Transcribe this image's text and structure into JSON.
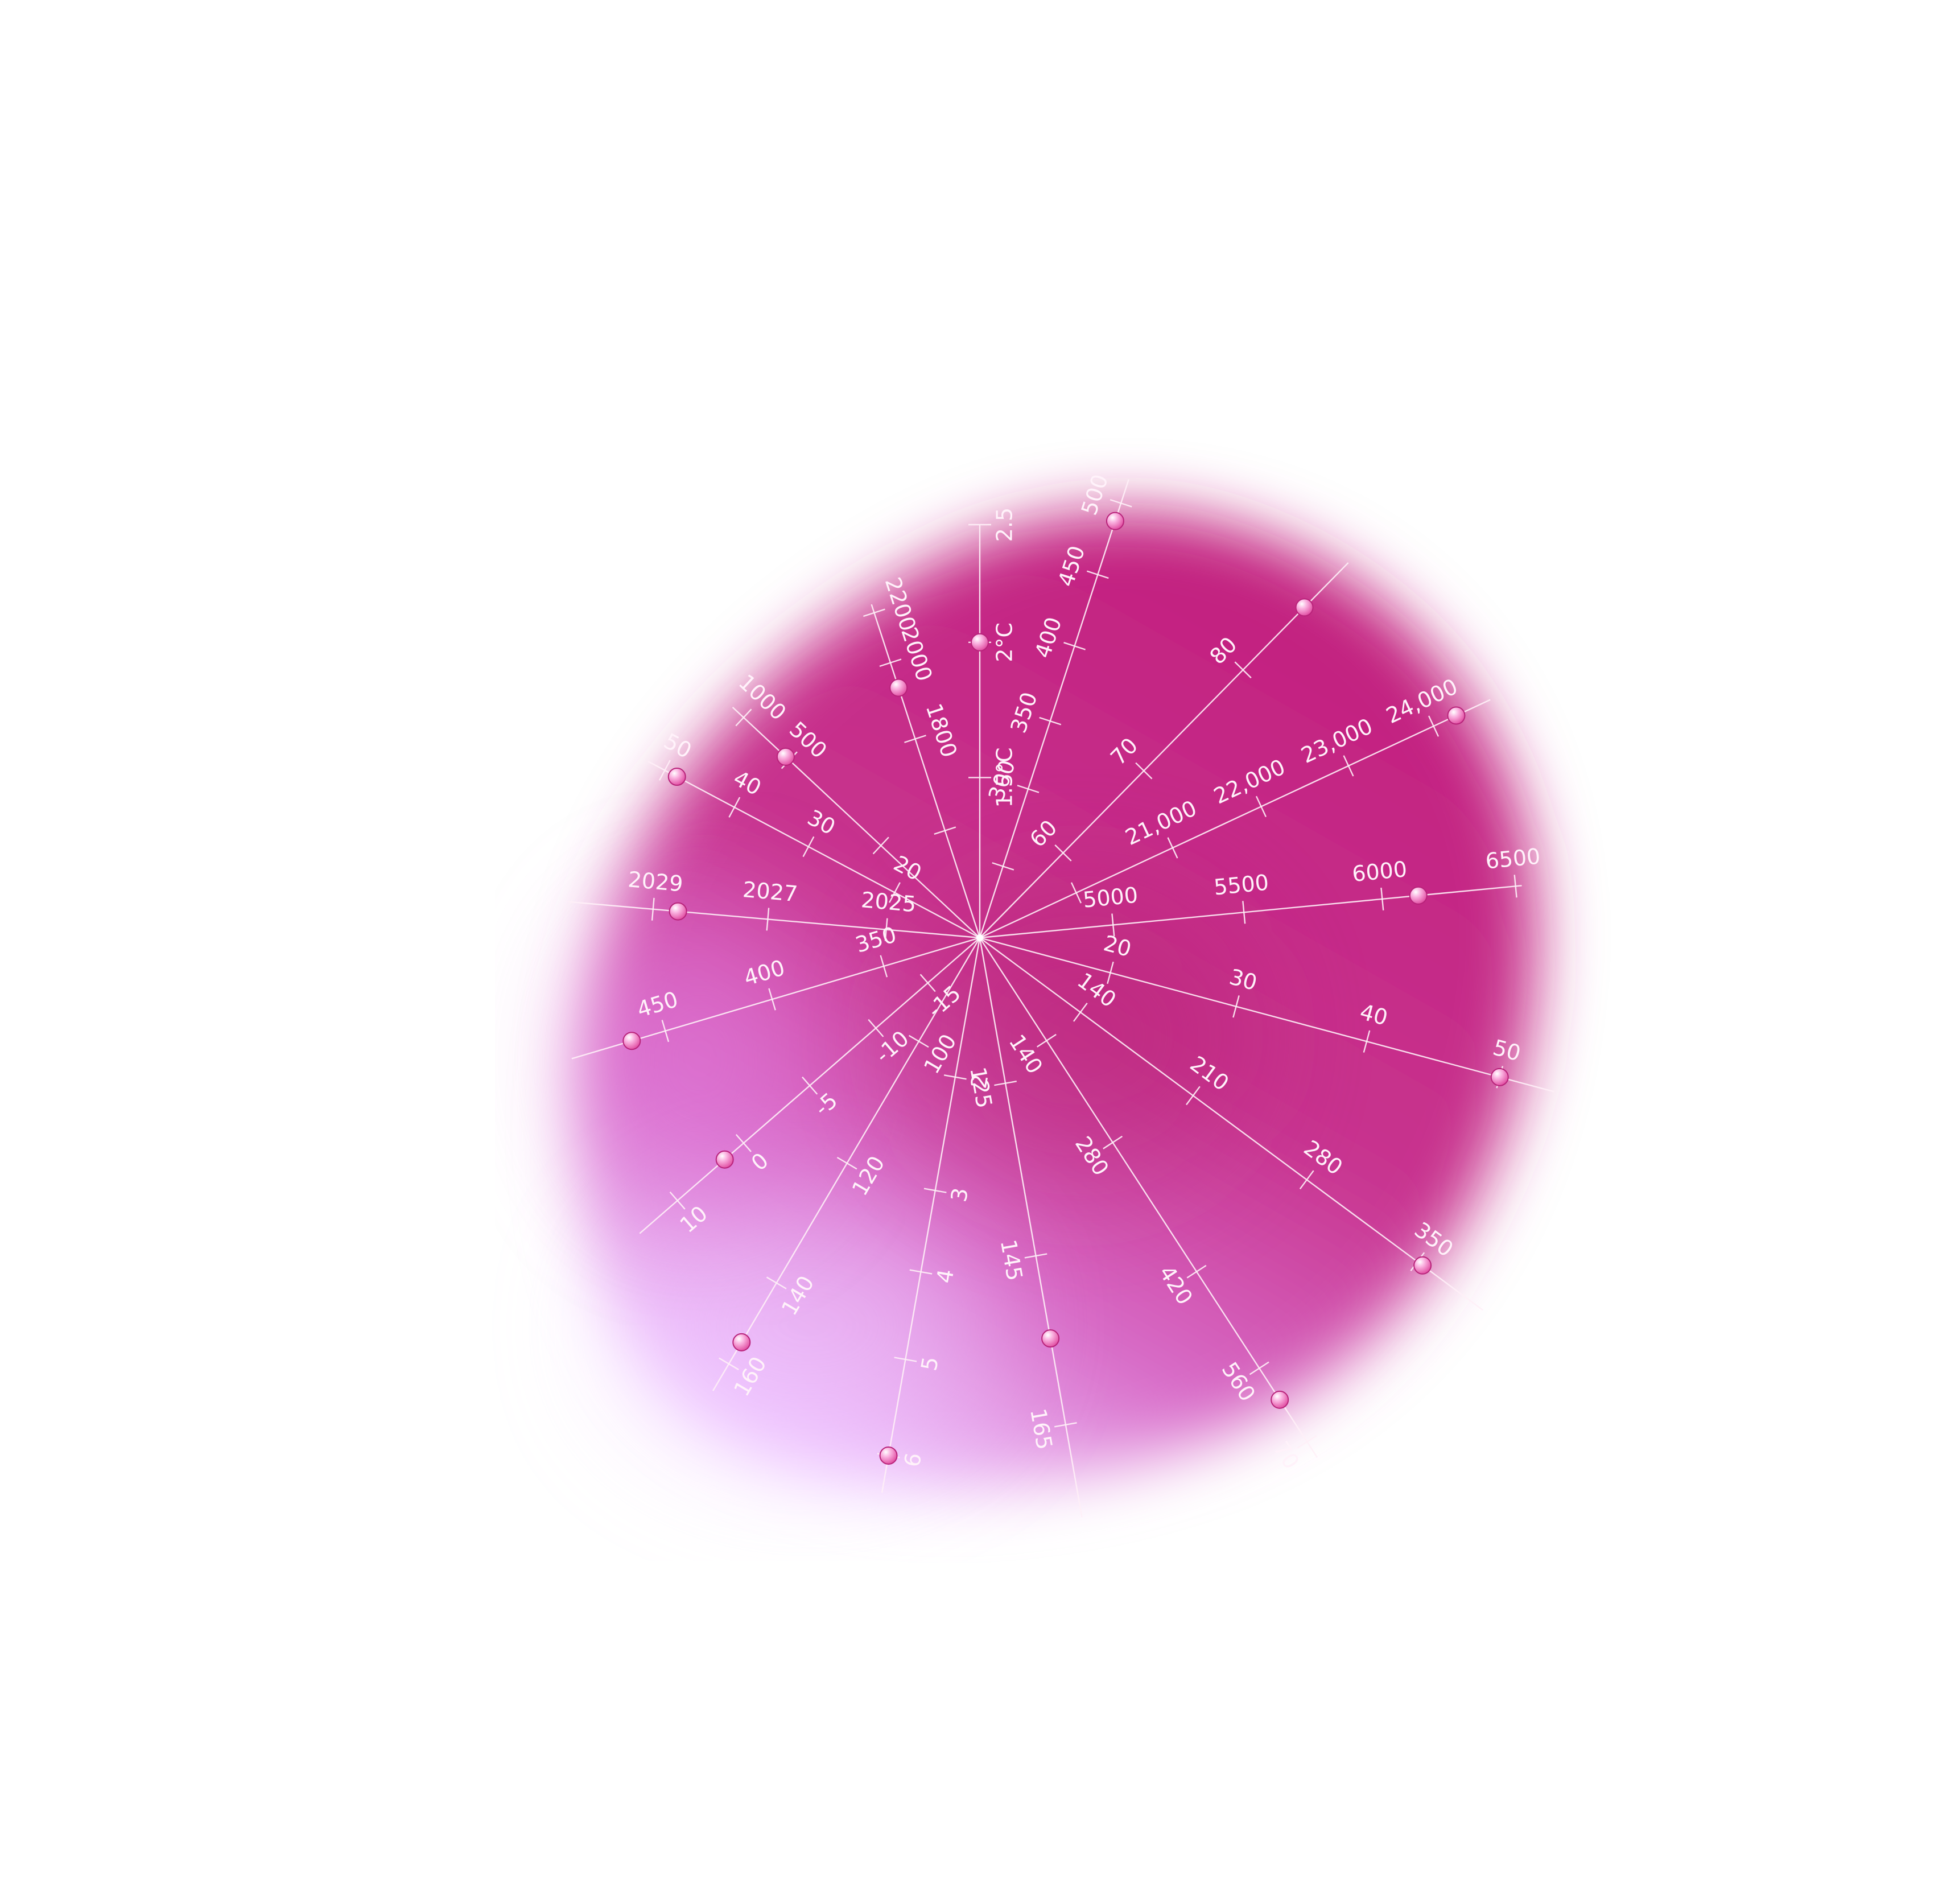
{
  "colors": {
    "background": "#ffffff",
    "blob_core": "#c21f7e",
    "blob_mid": "#d04aa8",
    "blob_lower": "#e8a6f2",
    "blob_bottom": "#efc8ff",
    "lines": "#fff0f8",
    "labels": "#fff2fa",
    "marker": "#f47cc6"
  },
  "axes": [
    {
      "id": "axis-top",
      "ticks": [
        {
          "label": "1.5°C"
        },
        {
          "label": "2°C"
        },
        {
          "label": "2.5"
        }
      ]
    },
    {
      "id": "axis-top-right-a",
      "ticks": [
        {
          "label": ""
        },
        {
          "label": "300"
        },
        {
          "label": "350"
        },
        {
          "label": "400"
        },
        {
          "label": "450"
        },
        {
          "label": "500"
        }
      ]
    },
    {
      "id": "axis-top-right-b",
      "ticks": [
        {
          "label": "60"
        },
        {
          "label": "70"
        },
        {
          "label": "80"
        }
      ]
    },
    {
      "id": "axis-right-upper",
      "ticks": [
        {
          "label": ""
        },
        {
          "label": "21,000"
        },
        {
          "label": "22,000"
        },
        {
          "label": "23,000"
        },
        {
          "label": "24,000"
        }
      ]
    },
    {
      "id": "axis-right",
      "ticks": [
        {
          "label": "5000"
        },
        {
          "label": "5500"
        },
        {
          "label": "6000"
        },
        {
          "label": "6500"
        }
      ]
    },
    {
      "id": "axis-right-lower",
      "ticks": [
        {
          "label": "20"
        },
        {
          "label": "30"
        },
        {
          "label": "40"
        },
        {
          "label": "50"
        }
      ]
    },
    {
      "id": "axis-lower-right-a",
      "ticks": [
        {
          "label": "140"
        },
        {
          "label": "210"
        },
        {
          "label": "280"
        },
        {
          "label": "350"
        }
      ]
    },
    {
      "id": "axis-lower-right-b",
      "ticks": [
        {
          "label": "140"
        },
        {
          "label": "280"
        },
        {
          "label": "420"
        },
        {
          "label": "560"
        },
        {
          "label": "70"
        }
      ]
    },
    {
      "id": "axis-bottom-a",
      "ticks": [
        {
          "label": "125"
        },
        {
          "label": "145"
        },
        {
          "label": "165"
        }
      ]
    },
    {
      "id": "axis-bottom-b",
      "ticks": [
        {
          "label": "2"
        },
        {
          "label": "3"
        },
        {
          "label": "4"
        },
        {
          "label": "5"
        },
        {
          "label": "6"
        }
      ]
    },
    {
      "id": "axis-lower-left-a",
      "ticks": [
        {
          "label": "100"
        },
        {
          "label": "120"
        },
        {
          "label": "140"
        },
        {
          "label": "160"
        }
      ]
    },
    {
      "id": "axis-lower-left-b",
      "ticks": [
        {
          "label": "-15"
        },
        {
          "label": "-10"
        },
        {
          "label": "-5"
        },
        {
          "label": "0"
        },
        {
          "label": "10"
        }
      ]
    },
    {
      "id": "axis-left-lower",
      "ticks": [
        {
          "label": "350"
        },
        {
          "label": "400"
        },
        {
          "label": "450"
        }
      ]
    },
    {
      "id": "axis-left",
      "ticks": [
        {
          "label": "2025"
        },
        {
          "label": "2027"
        },
        {
          "label": "2029"
        }
      ]
    },
    {
      "id": "axis-left-upper",
      "ticks": [
        {
          "label": "20"
        },
        {
          "label": "30"
        },
        {
          "label": "40"
        },
        {
          "label": "50"
        }
      ]
    },
    {
      "id": "axis-upper-left-a",
      "ticks": [
        {
          "label": ""
        },
        {
          "label": "500"
        },
        {
          "label": "1000"
        }
      ]
    },
    {
      "id": "axis-upper-left-b",
      "ticks": [
        {
          "label": ""
        },
        {
          "label": "1800"
        },
        {
          "label": "2000"
        },
        {
          "label": "2200"
        }
      ]
    }
  ]
}
